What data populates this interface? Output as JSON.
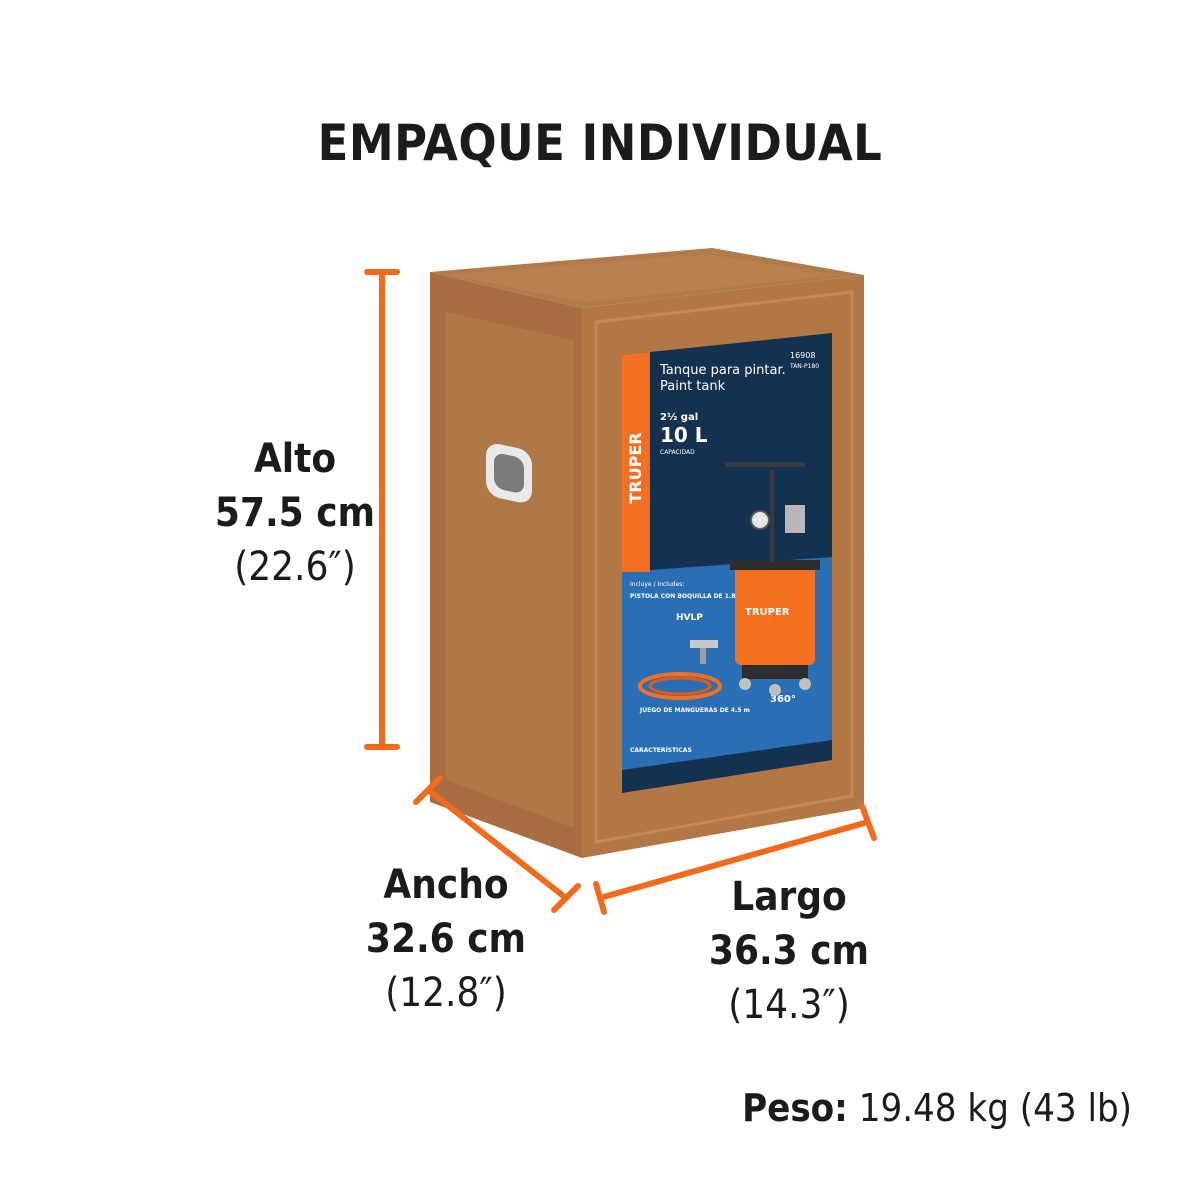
{
  "title": "EMPAQUE INDIVIDUAL",
  "colors": {
    "accent": "#f26b1d",
    "box": "#b07546",
    "box_dark": "#8f5a34",
    "label_bg": "#14324f",
    "label_blue": "#2a6fb5",
    "tank_orange": "#f37021"
  },
  "dimensions": {
    "alto": {
      "name": "Alto",
      "metric": "57.5 cm",
      "imperial": "(22.6″)"
    },
    "ancho": {
      "name": "Ancho",
      "metric": "32.6 cm",
      "imperial": "(12.8″)"
    },
    "largo": {
      "name": "Largo",
      "metric": "36.3 cm",
      "imperial": "(14.3″)"
    }
  },
  "weight": {
    "label": "Peso:",
    "value": "19.48 kg (43 lb)"
  },
  "box_label": {
    "brand": "TRUPER",
    "title_es": "Tanque para pintar.",
    "title_en": "Paint tank",
    "code": "16908",
    "model": "TAN-P180",
    "capacity_gal": "2½ gal",
    "capacity_l": "10 L",
    "capacity_caption": "CAPACIDAD",
    "includes": "Incluye / Includes:",
    "spray_gun": "PISTOLA CON BOQUILLA DE 1.8 mm",
    "hvlp": "HVLP",
    "hose_set": "JUEGO DE MANGUERAS DE 4.5 m",
    "rotation": "360°",
    "tank_brand": "TRUPER",
    "features": "CARACTERÍSTICAS"
  }
}
